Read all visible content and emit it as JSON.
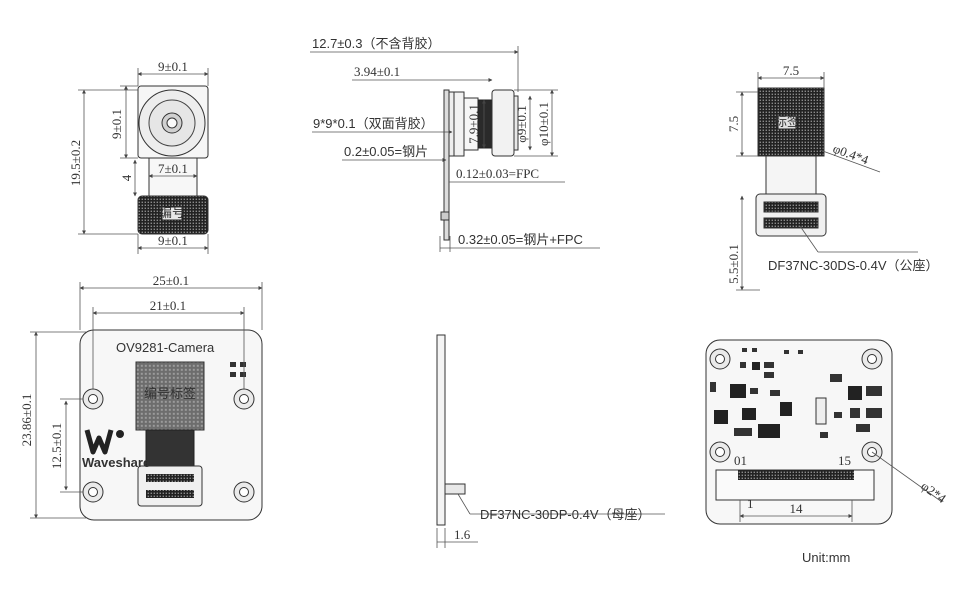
{
  "top_left": {
    "lens_width": "9±0.1",
    "lens_height": "9±0.1",
    "total_height": "19.5±0.2",
    "fpc_width": "7±0.1",
    "fpc_gap": "4",
    "connector_width": "9±0.1",
    "connector_sticker": "编号"
  },
  "side_view": {
    "total_length": "12.7±0.3（不含背胶）",
    "lens_length": "3.94±0.1",
    "tape": "9*9*0.1（双面背胶）",
    "steel": "0.2±0.05=钢片",
    "lens_dia_small": "7.9±0.1",
    "lens_dia_9": "φ9±0.1",
    "lens_dia_10": "φ10±0.1",
    "fpc_thickness": "0.12±0.03=FPC",
    "steel_fpc": "0.32±0.05=钢片+FPC"
  },
  "top_right": {
    "width": "7.5",
    "height": "7.5",
    "hole": "φ0.4*4",
    "height_lower": "5.5±0.1",
    "connector_label": "DF37NC-30DS-0.4V（公座）",
    "sticker": "标签"
  },
  "board_front": {
    "width": "25±0.1",
    "inner_width": "21±0.1",
    "height": "23.86±0.1",
    "hole_offset": "12.5±0.1",
    "title": "OV9281-Camera",
    "brand": "Waveshare",
    "sensor_text": "编号标签"
  },
  "board_side": {
    "connector_label": "DF37NC-30DP-0.4V（母座）",
    "thickness": "1.6"
  },
  "board_back": {
    "pin_first": "1",
    "pin_count": "14",
    "hole": "φ2*4",
    "pin_labels": [
      "01",
      "15"
    ]
  },
  "unit": "Unit:mm"
}
